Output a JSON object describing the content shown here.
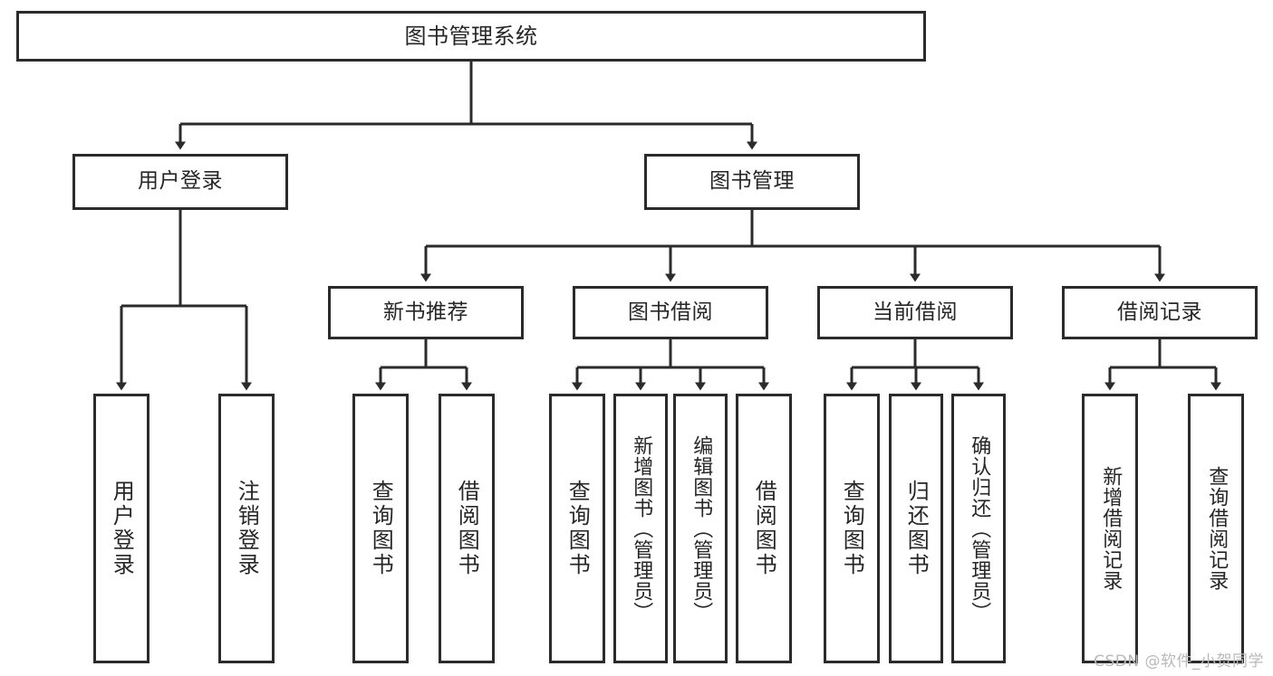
{
  "diagram": {
    "title": "图书管理系统",
    "type": "tree-hierarchy",
    "watermark": "CSDN @软件_小贺同学",
    "colors": {
      "background": "#ffffff",
      "node_border": "#2b2b2b",
      "node_fill": "#ffffff",
      "edge": "#2b2b2b",
      "text": "#262626",
      "watermark": "#b9b9b9"
    },
    "nodes": {
      "root": {
        "label": "图书管理系统"
      },
      "level2": [
        {
          "id": "user-login",
          "label": "用户登录"
        },
        {
          "id": "book-management",
          "label": "图书管理"
        }
      ],
      "level3": [
        {
          "id": "new-book-recommend",
          "label": "新书推荐"
        },
        {
          "id": "book-borrow",
          "label": "图书借阅"
        },
        {
          "id": "current-borrow",
          "label": "当前借阅"
        },
        {
          "id": "borrow-record",
          "label": "借阅记录"
        }
      ],
      "leaves": {
        "user_login": [
          {
            "id": "leaf-user-login",
            "label": "用户登录"
          },
          {
            "id": "leaf-logout-login",
            "label": "注销登录"
          }
        ],
        "new_book_recommend": [
          {
            "id": "leaf-query-book-1",
            "label": "查询图书"
          },
          {
            "id": "leaf-borrow-book-1",
            "label": "借阅图书"
          }
        ],
        "book_borrow": [
          {
            "id": "leaf-query-book-2",
            "label": "查询图书"
          },
          {
            "id": "leaf-add-book",
            "label": "新增图书（管理员）"
          },
          {
            "id": "leaf-edit-book",
            "label": "编辑图书（管理员）"
          },
          {
            "id": "leaf-borrow-book-2",
            "label": "借阅图书"
          }
        ],
        "current_borrow": [
          {
            "id": "leaf-query-book-3",
            "label": "查询图书"
          },
          {
            "id": "leaf-return-book",
            "label": "归还图书"
          },
          {
            "id": "leaf-confirm-return",
            "label": "确认归还（管理员）"
          }
        ],
        "borrow_record": [
          {
            "id": "leaf-add-borrow-record",
            "label": "新增借阅记录"
          },
          {
            "id": "leaf-query-borrow-record",
            "label": "查询借阅记录"
          }
        ]
      }
    }
  }
}
